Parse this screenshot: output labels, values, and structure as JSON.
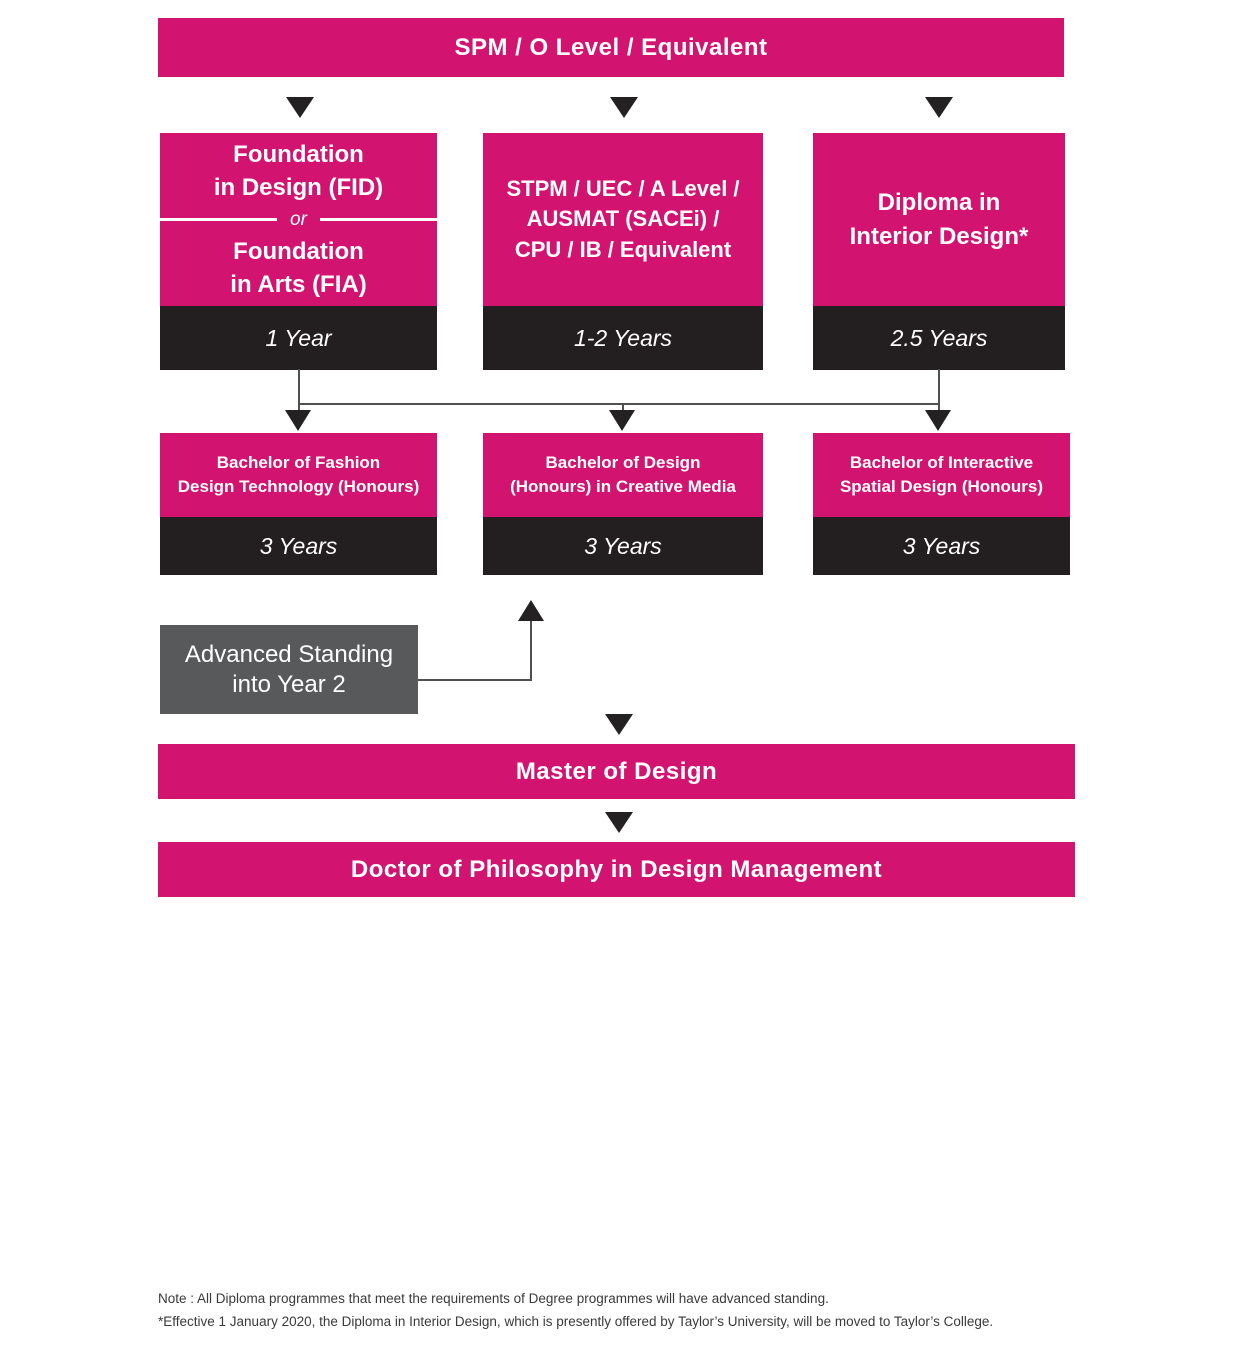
{
  "colors": {
    "pink": "#D21470",
    "dark": "#231F20",
    "gray": "#58595B",
    "arrow": "#242122",
    "line": "#4F5052",
    "note": "#3A3A3A"
  },
  "entry_banner": {
    "label": "SPM / O Level / Equivalent"
  },
  "pathway_row": [
    {
      "title": "Foundation\nin Design (FID)",
      "or_label": "or",
      "title_alt": "Foundation\nin Arts (FIA)",
      "duration": "1 Year"
    },
    {
      "title": "STPM / UEC / A Level /\nAUSMAT (SACEi) /\nCPU / IB / Equivalent",
      "duration": "1-2 Years"
    },
    {
      "title": "Diploma in\nInterior Design*",
      "duration": "2.5 Years"
    }
  ],
  "degree_row": [
    {
      "title": "Bachelor of Fashion\nDesign Technology (Honours)",
      "duration": "3 Years"
    },
    {
      "title": "Bachelor of Design\n(Honours) in Creative Media",
      "duration": "3 Years"
    },
    {
      "title": "Bachelor of Interactive\nSpatial Design (Honours)",
      "duration": "3 Years"
    }
  ],
  "advanced_standing": {
    "label": "Advanced Standing\ninto Year 2"
  },
  "master_banner": {
    "label": "Master of Design"
  },
  "phd_banner": {
    "label": "Doctor of Philosophy in Design Management"
  },
  "notes": [
    "Note : All Diploma programmes that meet the requirements of Degree programmes will have advanced standing.",
    "*Effective 1 January 2020, the Diploma in Interior Design, which is presently offered by Taylor’s University, will be moved to Taylor’s College."
  ]
}
